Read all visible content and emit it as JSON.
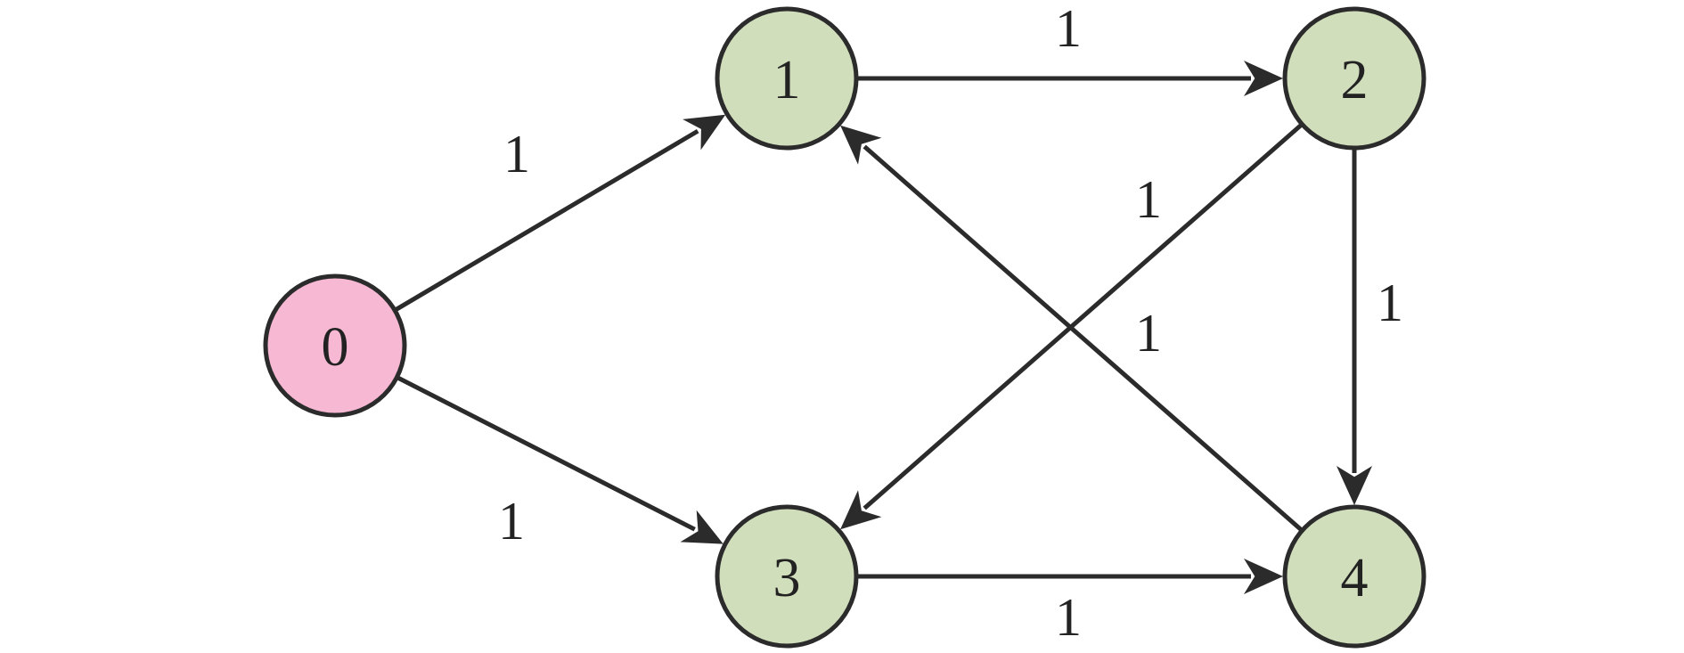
{
  "diagram": {
    "type": "directed-weighted-graph",
    "colors": {
      "source_node_fill": "#f6b8d3",
      "node_fill": "#d1debc",
      "stroke": "#2b2b2b",
      "text": "#222222"
    },
    "nodes": [
      {
        "id": "0",
        "label": "0",
        "kind": "source"
      },
      {
        "id": "1",
        "label": "1",
        "kind": "normal"
      },
      {
        "id": "2",
        "label": "2",
        "kind": "normal"
      },
      {
        "id": "3",
        "label": "3",
        "kind": "normal"
      },
      {
        "id": "4",
        "label": "4",
        "kind": "normal"
      }
    ],
    "edges": [
      {
        "from": "0",
        "to": "1",
        "weight": "1"
      },
      {
        "from": "0",
        "to": "3",
        "weight": "1"
      },
      {
        "from": "1",
        "to": "2",
        "weight": "1"
      },
      {
        "from": "2",
        "to": "3",
        "weight": "1"
      },
      {
        "from": "2",
        "to": "4",
        "weight": "1"
      },
      {
        "from": "4",
        "to": "1",
        "weight": "1"
      },
      {
        "from": "3",
        "to": "4",
        "weight": "1"
      }
    ]
  }
}
